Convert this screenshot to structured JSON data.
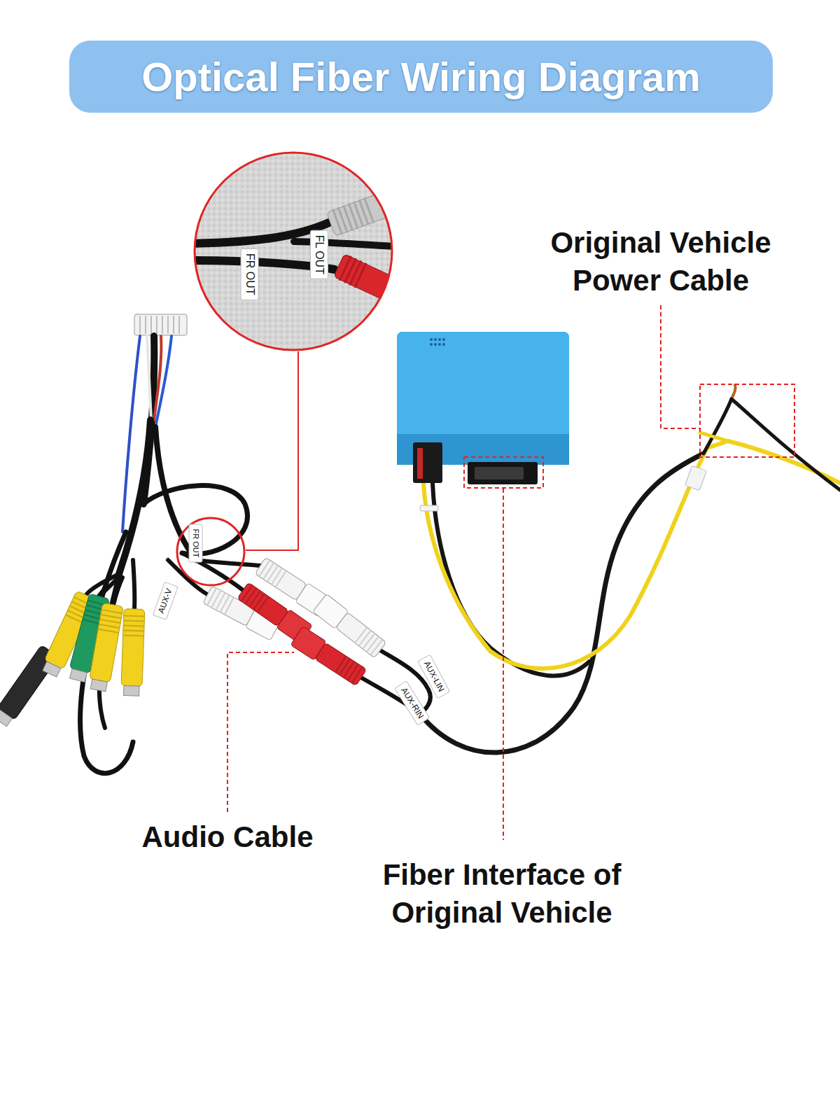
{
  "diagram": {
    "title": "Optical Fiber Wiring Diagram",
    "labels": [
      "FL OUT",
      "FR OUT",
      "Original Vehicle Power Cable",
      "FR OUT",
      "AUX-V",
      "AUX-LIN",
      "AUX-RIN",
      "Audio Cable",
      "Fiber Interface of Original Vehicle"
    ]
  }
}
